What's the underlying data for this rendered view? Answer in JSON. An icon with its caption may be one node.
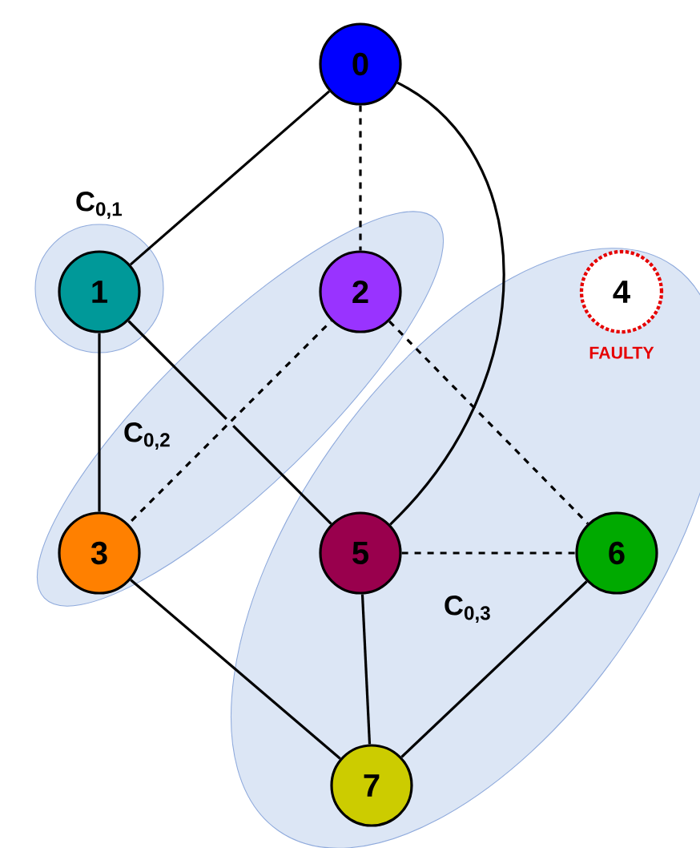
{
  "diagram": {
    "nodes": [
      {
        "text": [
          "C$_{0,1}$"
        ]
      },
      {
        "text": [
          "C$_{0,2}$"
        ]
      },
      {
        "text": [
          "C$_{0,3}$"
        ]
      },
      {
        "text": [
          "0"
        ]
      },
      {
        "text": [
          "1"
        ],
        "in": 0
      },
      {
        "text": [
          "2"
        ],
        "in": 1
      },
      {
        "text": [
          "3"
        ],
        "in": 1
      },
      {
        "text": [
          "4"
        ],
        "beside": [
          "FAULTY"
        ],
        "in": 2
      },
      {
        "text": [
          "5"
        ],
        "in": 2
      },
      {
        "text": [
          "6"
        ],
        "in": 2
      },
      {
        "text": [
          "7"
        ],
        "in": 2
      }
    ],
    "edges": [
      {
        "from": 3,
        "to": 4,
        "arrow": "none"
      },
      {
        "from": 3,
        "to": 5,
        "arrow": "none",
        "style": "dashed"
      },
      {
        "from": 3,
        "to": 8,
        "arrow": "none"
      },
      {
        "from": 4,
        "to": 6,
        "arrow": "none"
      },
      {
        "from": 4,
        "to": 8,
        "arrow": "none"
      },
      {
        "from": 5,
        "to": 6,
        "arrow": "none",
        "style": "dashed"
      },
      {
        "from": 5,
        "to": 9,
        "arrow": "none",
        "style": "dashed"
      },
      {
        "from": 8,
        "to": 9,
        "arrow": "none",
        "style": "dashed"
      },
      {
        "from": 8,
        "to": 10,
        "arrow": "none"
      },
      {
        "from": 6,
        "to": 10,
        "arrow": "none"
      },
      {
        "from": 9,
        "to": 10,
        "arrow": "none"
      }
    ]
  }
}
